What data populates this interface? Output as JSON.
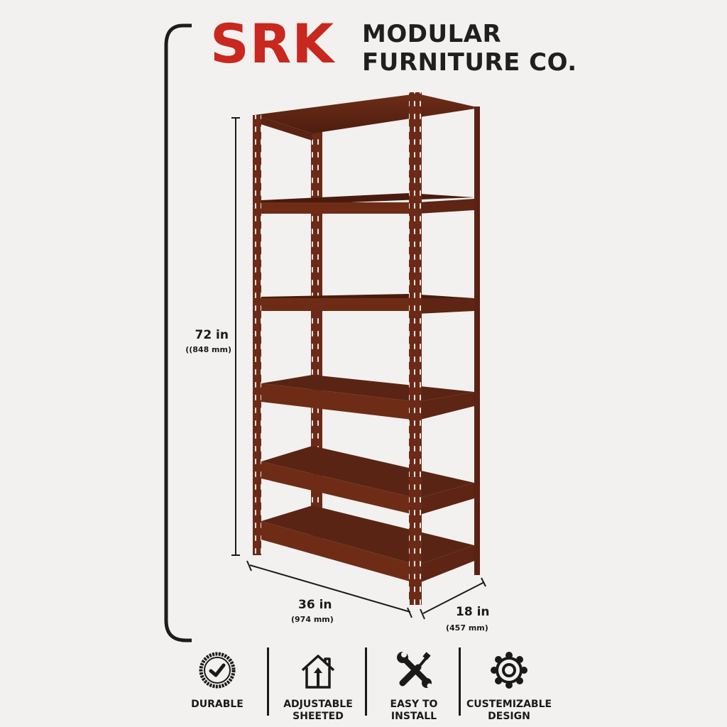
{
  "brand": {
    "name": "SRK",
    "tagline_line1": "MODULAR",
    "tagline_line2": "FURNITURE CO.",
    "colors": {
      "accent": "#c8281e",
      "text": "#1f1f1f",
      "product": "#6b2a17",
      "background": "#f2f1ef"
    }
  },
  "product": {
    "name": "6-tier steel shelving rack",
    "shelf_count": 6
  },
  "dimensions": {
    "height": {
      "value": "72 in",
      "metric": "((848 mm)"
    },
    "width": {
      "value": "36 in",
      "metric": "(974 mm)"
    },
    "depth": {
      "value": "18 in",
      "metric": "(457 mm)"
    }
  },
  "features": [
    {
      "icon": "check-badge-icon",
      "line1": "DURABLE",
      "line2": ""
    },
    {
      "icon": "house-arrow-icon",
      "line1": "ADJUSTABLE",
      "line2": "SHEETED"
    },
    {
      "icon": "wrench-screwdriver-icon",
      "line1": "EASY TO",
      "line2": "INSTALL"
    },
    {
      "icon": "gear-icon",
      "line1": "CUSTEMIZABLE",
      "line2": "DESIGN"
    }
  ]
}
